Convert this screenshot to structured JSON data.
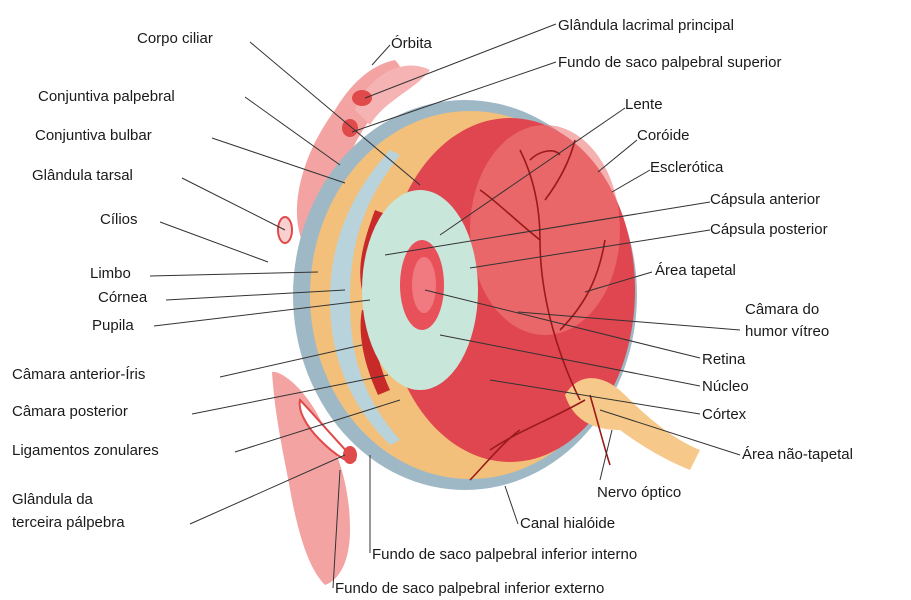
{
  "colors": {
    "eyelid": "#f4a3a3",
    "sclera_rim": "#9fb8c6",
    "choroid": "#f2c07a",
    "vitreous": "#e0464f",
    "vitreous_light": "#ee7b7b",
    "lens": "#c9e6db",
    "lens_core": "#e8505a",
    "iris": "#c82a2a",
    "optic_nerve": "#f6c98a",
    "vessels": "#9a1a1a",
    "conjunctiva": "#d6ece3"
  },
  "labels": {
    "orbita": "Órbita",
    "corpo_ciliar": "Corpo ciliar",
    "glandula_lacrimal": "Glândula lacrimal principal",
    "fundo_superior": "Fundo de saco palpebral superior",
    "conjuntiva_palpebral": "Conjuntiva palpebral",
    "lente": "Lente",
    "conjuntiva_bulbar": "Conjuntiva bulbar",
    "coroide": "Coróide",
    "glandula_tarsal": "Glândula tarsal",
    "esclerotica": "Esclerótica",
    "capsula_anterior": "Cápsula anterior",
    "cilios": "Cílios",
    "capsula_posterior": "Cápsula posterior",
    "limbo": "Limbo",
    "area_tapetal": "Área tapetal",
    "cornea": "Córnea",
    "camara_humor_1": "Câmara do",
    "camara_humor_2": "humor vítreo",
    "pupila": "Pupila",
    "retina": "Retina",
    "camara_anterior_iris": "Câmara anterior-Íris",
    "nucleo": "Núcleo",
    "camara_posterior": "Câmara posterior",
    "cortex": "Córtex",
    "ligamentos": "Ligamentos zonulares",
    "area_nao_tapetal": "Área não-tapetal",
    "glandula_terceira_1": "Glândula da",
    "glandula_terceira_2": "terceira pálpebra",
    "nervo_optico": "Nervo óptico",
    "canal_hialoide": "Canal hialóide",
    "fundo_inferior_interno": "Fundo de saco palpebral inferior interno",
    "fundo_inferior_externo": "Fundo de saco palpebral inferior externo"
  }
}
